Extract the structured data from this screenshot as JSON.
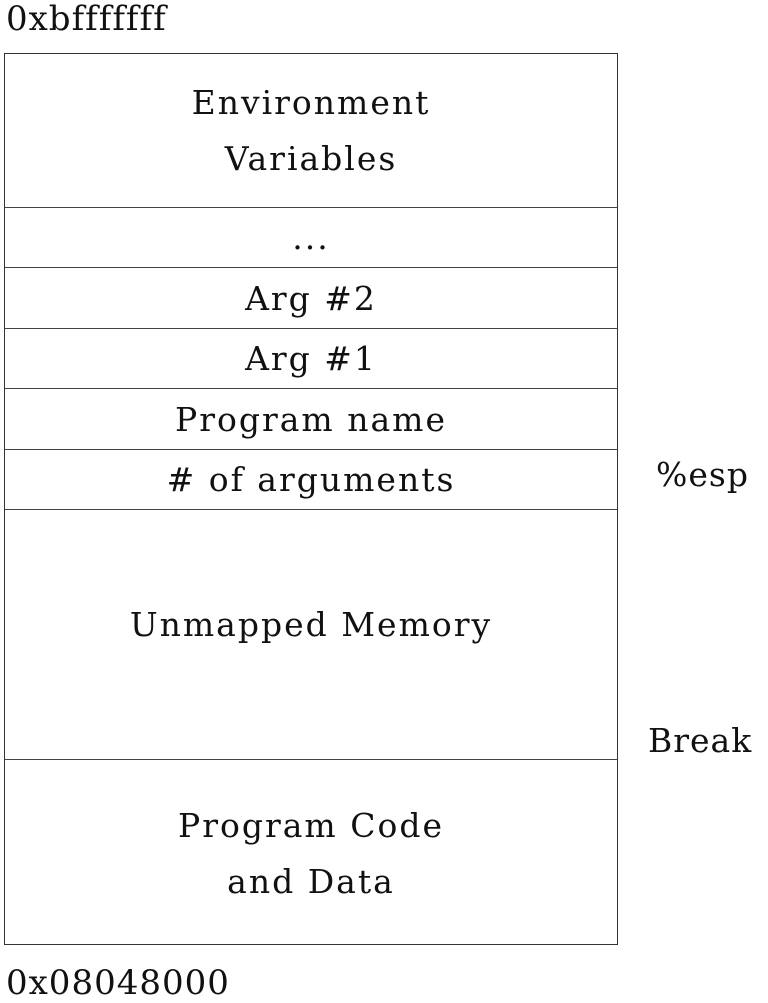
{
  "addresses": {
    "top": "0xbfffffff",
    "bottom": "0x08048000"
  },
  "segments": [
    {
      "id": "environment",
      "label": "Environment\nVariables"
    },
    {
      "id": "ellipsis",
      "label": "..."
    },
    {
      "id": "arg2",
      "label": "Arg #2"
    },
    {
      "id": "arg1",
      "label": "Arg #1"
    },
    {
      "id": "program-name",
      "label": "Program name"
    },
    {
      "id": "argc",
      "label": "# of arguments"
    },
    {
      "id": "unmapped",
      "label": "Unmapped Memory"
    },
    {
      "id": "code",
      "label": "Program Code\n and Data"
    }
  ],
  "pointers": {
    "esp": "%esp",
    "break": "Break"
  }
}
